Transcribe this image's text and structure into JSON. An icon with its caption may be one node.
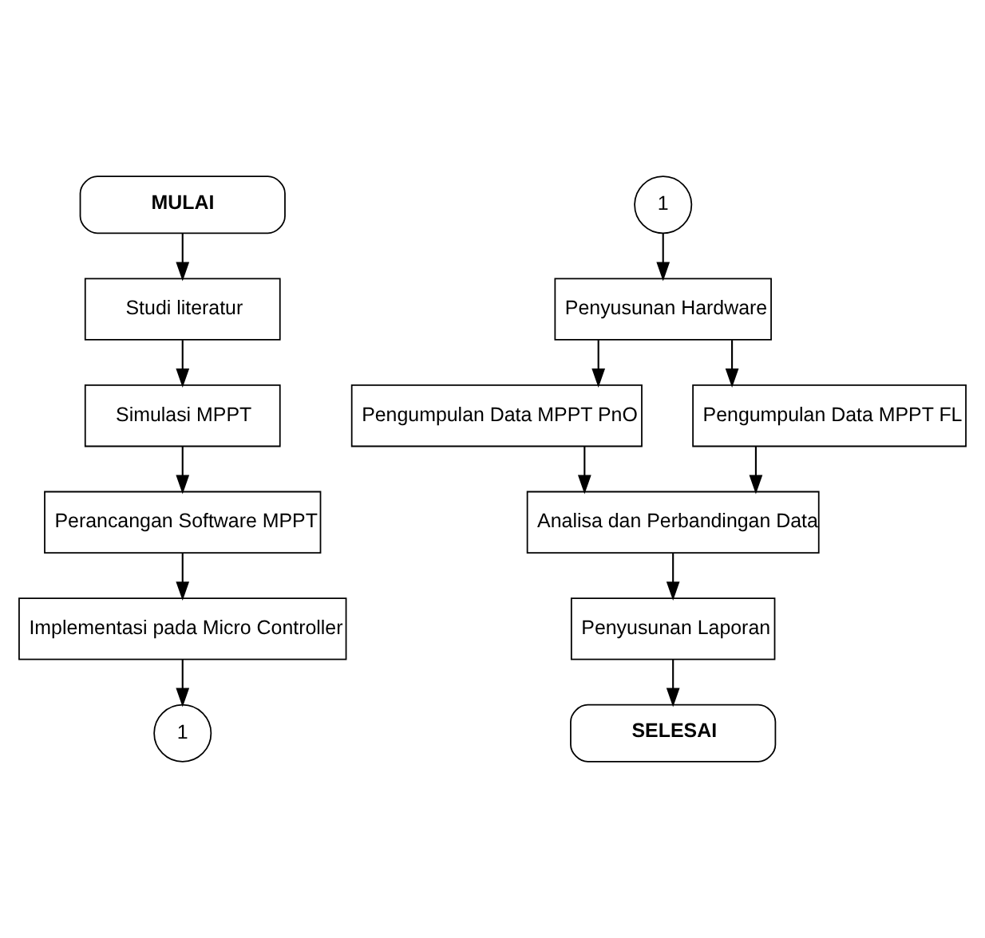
{
  "diagram": {
    "nodes": [
      {
        "text": [
          "MULAI"
        ]
      },
      {
        "text": [
          "Studi literatur"
        ]
      },
      {
        "text": [
          "Simulasi MPPT"
        ]
      },
      {
        "text": [
          "Perancangan Software MPPT"
        ]
      },
      {
        "text": [
          "Implementasi pada Micro Controller"
        ]
      },
      {
        "text": [
          "1"
        ]
      },
      {
        "text": [
          "1"
        ]
      },
      {
        "text": [
          "Penyusunan Hardware"
        ]
      },
      {
        "text": [
          "Pengumpulan Data MPPT PnO"
        ]
      },
      {
        "text": [
          "Pengumpulan Data MPPT FL"
        ]
      },
      {
        "text": [
          "Analisa dan Perbandingan Data"
        ]
      },
      {
        "text": [
          "Penyusunan Laporan"
        ]
      },
      {
        "text": [
          "SELESAI"
        ]
      }
    ],
    "edges": [
      {
        "from": 0,
        "to": 1,
        "arrow": "to"
      },
      {
        "from": 1,
        "to": 2,
        "arrow": "to"
      },
      {
        "from": 2,
        "to": 3,
        "arrow": "to"
      },
      {
        "from": 3,
        "to": 4,
        "arrow": "to"
      },
      {
        "from": 4,
        "to": 5,
        "arrow": "to"
      },
      {
        "from": 6,
        "to": 7,
        "arrow": "to"
      },
      {
        "from": 7,
        "to": 8,
        "arrow": "to"
      },
      {
        "from": 7,
        "to": 9,
        "arrow": "to"
      },
      {
        "from": 8,
        "to": 10,
        "arrow": "to"
      },
      {
        "from": 9,
        "to": 10,
        "arrow": "to"
      },
      {
        "from": 10,
        "to": 11,
        "arrow": "to"
      },
      {
        "from": 11,
        "to": 12,
        "arrow": "to"
      }
    ]
  }
}
